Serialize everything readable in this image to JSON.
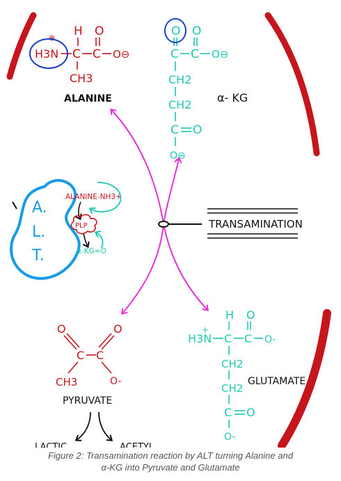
{
  "colors": {
    "red": "#c4161c",
    "teal": "#1ec6b4",
    "magenta": "#e532d6",
    "blue": "#1a8fe0",
    "black": "#111111"
  },
  "alanine": {
    "h": "H",
    "o": "O",
    "nh3": "H3N",
    "plus": "⊕",
    "c1": "C",
    "c2": "C",
    "o_minus": "O⊖",
    "ch3": "CH3",
    "label": "ALANINE"
  },
  "akg": {
    "o1": "O",
    "o2": "O",
    "c1": "C",
    "c2": "C",
    "o_minus": "O⊖",
    "ch2_a": "CH2",
    "ch2_b": "CH2",
    "c3": "C",
    "o3": "O",
    "o_minus_b": "O⊖",
    "label": "α- KG"
  },
  "alt_enzyme": {
    "letters": [
      "A.",
      "L.",
      "T."
    ],
    "alanine_nh3": "ALANINE-NH3+",
    "plp": "PLP",
    "akg_o": "α-KG=O"
  },
  "transamination": {
    "label": "TRANSAMINATION"
  },
  "glutamate": {
    "h": "H",
    "o": "O",
    "plus": "+",
    "nh3": "H3N",
    "c1": "C",
    "c2": "C",
    "o_minus": "O-",
    "ch2_a": "CH2",
    "ch2_b": "CH2",
    "c3": "C",
    "o3": "O",
    "o_minus_b": "O-",
    "label": "GLUTAMATE"
  },
  "pyruvate": {
    "o1": "O",
    "o2": "O",
    "c1": "C",
    "c2": "C",
    "ch3": "CH3",
    "o_minus": "O-",
    "label": "PYRUVATE",
    "lactic": "LACTIC",
    "acetyl": "ACETYL"
  },
  "caption": {
    "line1": "Figure 2: Transamination reaction by ALT turning Alanine and",
    "line2": "α-KG into Pyruvate and Glutamate"
  }
}
